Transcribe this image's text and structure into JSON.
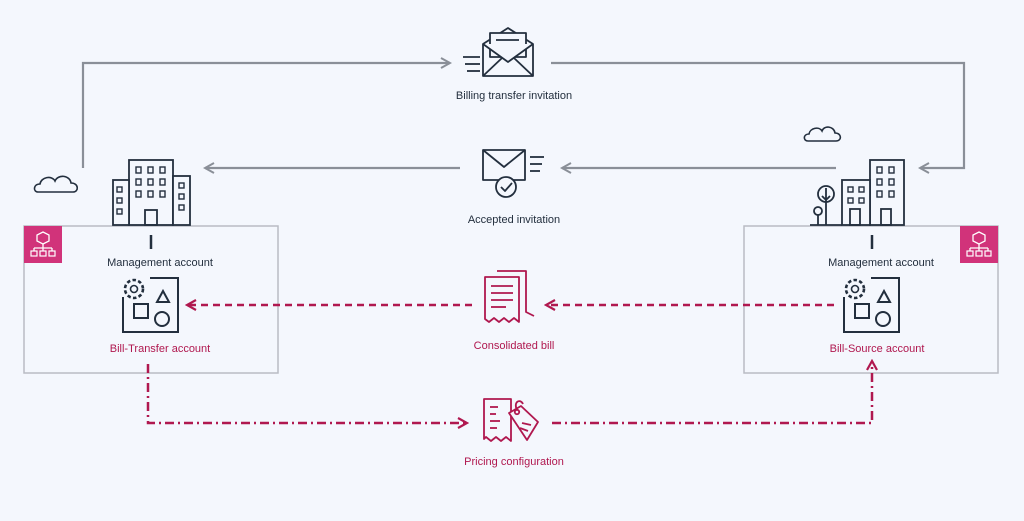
{
  "labels": {
    "billing_transfer_invitation": "Billing transfer invitation",
    "accepted_invitation": "Accepted invitation",
    "consolidated_bill": "Consolidated bill",
    "pricing_configuration": "Pricing configuration"
  },
  "left_org": {
    "management_account": "Management account",
    "account_name": "Bill-Transfer account"
  },
  "right_org": {
    "management_account": "Management account",
    "account_name": "Bill-Source account"
  },
  "colors": {
    "gray_arrow": "#8a8f98",
    "accent": "#b0184f",
    "org_badge": "#d1337a",
    "box_border": "#b9bcc4",
    "text": "#232f3e"
  },
  "icons": {
    "invitation": "envelope-open-icon",
    "accepted": "envelope-check-icon",
    "bill": "bill-document-icon",
    "pricing": "price-tag-icon",
    "building": "office-building-icon",
    "cloud": "cloud-icon",
    "organization": "organization-icon",
    "account": "account-resources-icon"
  }
}
